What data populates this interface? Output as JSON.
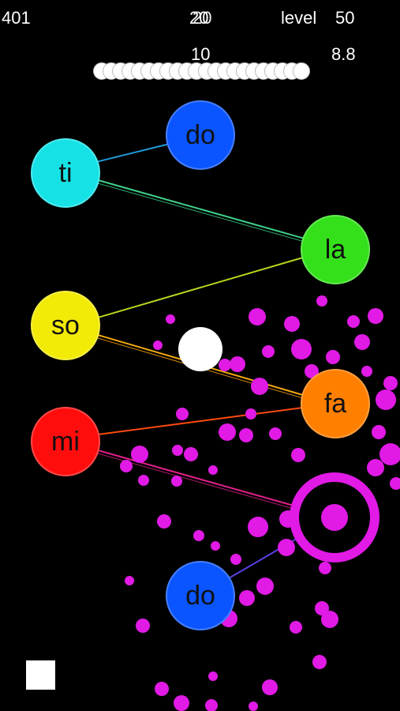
{
  "hud": {
    "score": "401",
    "center_a": "20",
    "center_b": "20",
    "level_label": "level",
    "level": "50",
    "time_a": "10",
    "time_b": "8.8"
  },
  "progress": {
    "beads_total": 22
  },
  "notes": {
    "do_top": {
      "label": "do",
      "color": "#0a55ff"
    },
    "ti": {
      "label": "ti",
      "color": "#16e2e6"
    },
    "la": {
      "label": "la",
      "color": "#33e01a"
    },
    "so": {
      "label": "so",
      "color": "#f2ea07"
    },
    "fa": {
      "label": "fa",
      "color": "#ff7f00"
    },
    "mi": {
      "label": "mi",
      "color": "#ff0d0d"
    },
    "do_bottom": {
      "label": "do",
      "color": "#0a55ff"
    }
  },
  "colors": {
    "particles": "#e11ae6",
    "background": "#000000"
  },
  "icons": {
    "stop": "stop-square-icon"
  }
}
